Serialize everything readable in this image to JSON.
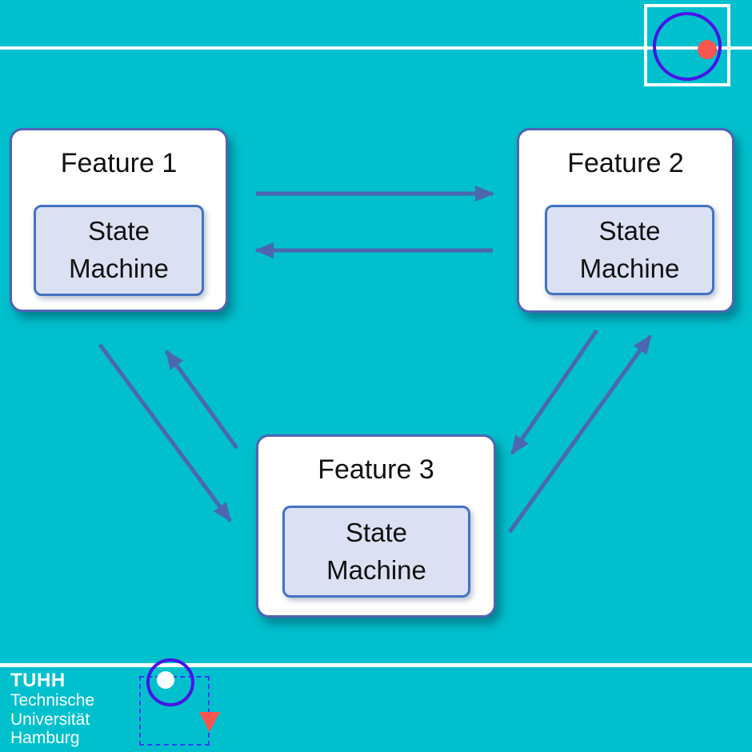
{
  "slide": {
    "background_color": "#00c0ce",
    "separator_line_color": "#ffffff"
  },
  "diagram": {
    "arrow_color": "#4c66b2",
    "node_fill": "#ffffff",
    "node_border_color": "#5063b6",
    "inner_fill": "#dbe1f3",
    "inner_border_color": "#4373c3",
    "nodes": [
      {
        "id": "feature-1",
        "title": "Feature 1",
        "inner_label": "State\nMachine"
      },
      {
        "id": "feature-2",
        "title": "Feature 2",
        "inner_label": "State\nMachine"
      },
      {
        "id": "feature-3",
        "title": "Feature 3",
        "inner_label": "State\nMachine"
      }
    ],
    "edges": [
      {
        "from": "feature-1",
        "to": "feature-2"
      },
      {
        "from": "feature-2",
        "to": "feature-1"
      },
      {
        "from": "feature-1",
        "to": "feature-3"
      },
      {
        "from": "feature-3",
        "to": "feature-1"
      },
      {
        "from": "feature-2",
        "to": "feature-3"
      },
      {
        "from": "feature-3",
        "to": "feature-2"
      }
    ]
  },
  "logo": {
    "acronym": "TUHH",
    "lines": [
      "Technische",
      "Universität",
      "Hamburg"
    ]
  },
  "annotations": {
    "highlight_circle_color": "#4a12e8",
    "marker_color": "#f9544e",
    "dashed_box_color": "#3a3af5",
    "frame_color": "#ffffff"
  }
}
